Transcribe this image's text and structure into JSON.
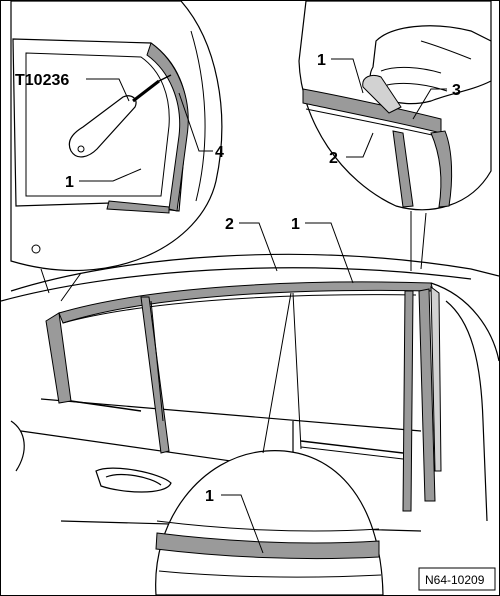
{
  "callouts": {
    "tool": "T10236",
    "part_1": "1",
    "part_2": "2",
    "part_3": "3",
    "part_4": "4"
  },
  "reference": "N64-10209",
  "colors": {
    "ink": "#000000",
    "seal_fill": "#9a9a9a",
    "shade": "#d2d2d2",
    "paper": "#ffffff"
  }
}
